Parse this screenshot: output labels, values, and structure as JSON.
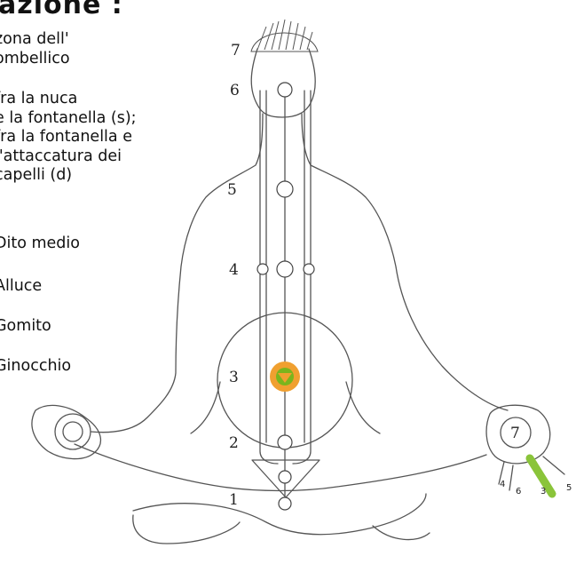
{
  "header": {
    "title": "azione :"
  },
  "labels": [
    "zona dell'\nombellico",
    "fra la nuca\ne la fontanella (s);\nfra la fontanella e\nl'attaccatura dei\ncapelli (d)",
    "Dito medio",
    "Alluce",
    "Gomito",
    "Ginocchio"
  ],
  "chakra_numbers": [
    "7",
    "6",
    "5",
    "4",
    "3",
    "2",
    "1"
  ],
  "hand_marker": "7",
  "finger_numbers": [
    "4",
    "6",
    "3",
    "5"
  ],
  "colors": {
    "line": "#555555",
    "highlight_orange": "#f0a030",
    "highlight_green": "#7ab51d",
    "finger_green": "#8ac43a"
  }
}
